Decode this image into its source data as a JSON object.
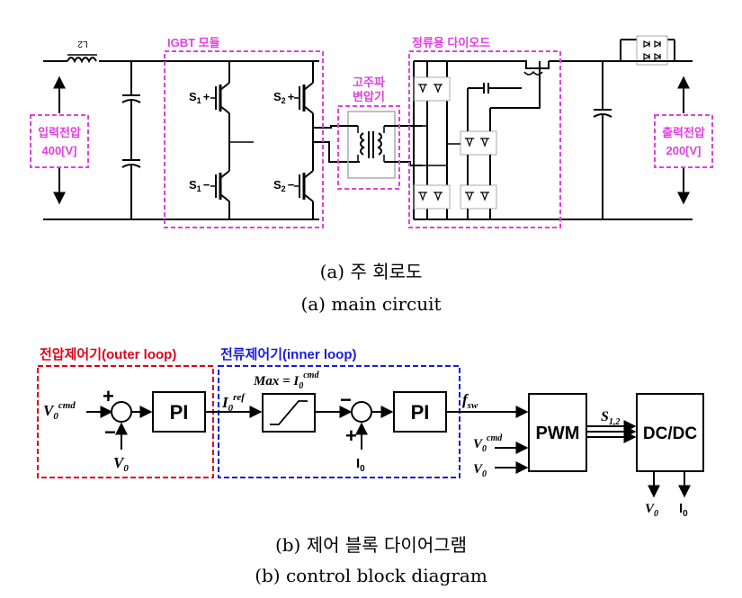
{
  "circuit": {
    "inductor_label": "L2",
    "igbt_module_label": "IGBT 모듈",
    "hf_transformer_label_line1": "고주파",
    "hf_transformer_label_line2": "변압기",
    "rectifier_label": "정류용 다이오드",
    "input_voltage_label_line1": "입력전압",
    "input_voltage_label_line2": "400[V]",
    "output_voltage_label_line1": "출력전압",
    "output_voltage_label_line2": "200[V]",
    "switch_labels": {
      "s1_top_main": "S",
      "s1_top_sub": "1",
      "s1_top_sign": "+",
      "s2_top_main": "S",
      "s2_top_sub": "2",
      "s2_top_sign": "+",
      "s1_bot_main": "S",
      "s1_bot_sub": "1",
      "s1_bot_sign": "−",
      "s2_bot_main": "S",
      "s2_bot_sub": "2",
      "s2_bot_sign": "−"
    }
  },
  "caption_a_korean": "(a)  주  회로도",
  "caption_a_english": "(a)  main  circuit",
  "control": {
    "outer_loop_label": "전압제어기(outer loop)",
    "inner_loop_label": "전류제어기(inner loop)",
    "v0_main": "V",
    "v0_sub": "0",
    "cmd_sup": "cmd",
    "i0_main": "I",
    "i0_sub": "0",
    "ref_sup": "ref",
    "plus_sign": "+",
    "minus_sign": "−",
    "pi_label": "PI",
    "limiter_label_prefix": "Max = I",
    "fsw_main": "f",
    "fsw_sub": "sw",
    "pwm_label": "PWM",
    "s12_main": "S",
    "s12_sub": "1,2",
    "dcdc_label": "DC/DC"
  },
  "caption_b_korean": "(b)  제어  블록  다이어그램",
  "caption_b_english": "(b)  control  block  diagram",
  "colors": {
    "igbt_box": "#e040e0",
    "outer_loop": "#e0001a",
    "inner_loop": "#1a1ae0",
    "line": "#000000"
  }
}
